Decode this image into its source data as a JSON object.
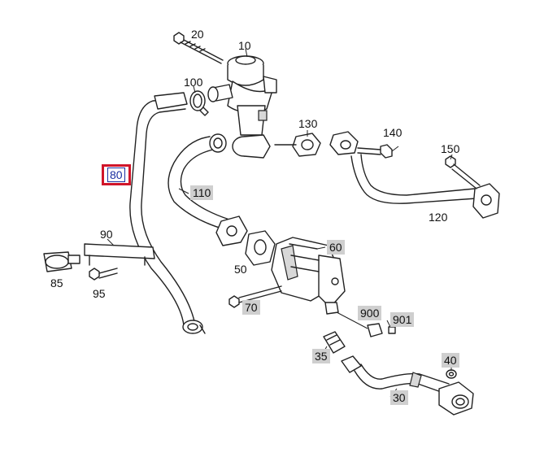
{
  "diagram": {
    "selected_part": "80",
    "parts": {
      "p10": {
        "label": "10",
        "shaded": false
      },
      "p20": {
        "label": "20",
        "shaded": false
      },
      "p30": {
        "label": "30",
        "shaded": true
      },
      "p35": {
        "label": "35",
        "shaded": true
      },
      "p40": {
        "label": "40",
        "shaded": true
      },
      "p50": {
        "label": "50",
        "shaded": false
      },
      "p60": {
        "label": "60",
        "shaded": true
      },
      "p70": {
        "label": "70",
        "shaded": true
      },
      "p80": {
        "label": "80",
        "shaded": false,
        "selected": true
      },
      "p85": {
        "label": "85",
        "shaded": false
      },
      "p90": {
        "label": "90",
        "shaded": false
      },
      "p95": {
        "label": "95",
        "shaded": false
      },
      "p100": {
        "label": "100",
        "shaded": false
      },
      "p110": {
        "label": "110",
        "shaded": true
      },
      "p120": {
        "label": "120",
        "shaded": false
      },
      "p130": {
        "label": "130",
        "shaded": false
      },
      "p140": {
        "label": "140",
        "shaded": false
      },
      "p150": {
        "label": "150",
        "shaded": false
      },
      "p900": {
        "label": "900",
        "shaded": true
      },
      "p901": {
        "label": "901",
        "shaded": true
      }
    },
    "colors": {
      "label_shade": "#cfcfcf",
      "selection_outline": "#d0152a",
      "selection_text": "#1a2fa0"
    }
  }
}
